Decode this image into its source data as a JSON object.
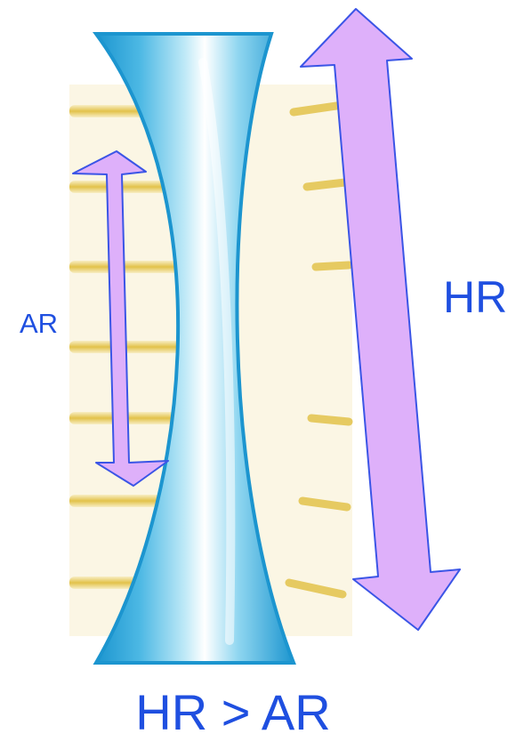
{
  "labels": {
    "ar": "AR",
    "hr": "HR",
    "comparison": "HR > AR"
  },
  "colors": {
    "label_text": "#1f4fe0",
    "arrow_fill": "#deb0fa",
    "arrow_stroke": "#3b55e6",
    "lens_edge": "#1c95cf",
    "lens_mid": "#7fd0ee",
    "lens_highlight": "#ffffff",
    "light_ray": "#e2c24a",
    "background_band": "#fbf6e4"
  },
  "icons": {
    "lens": "concave-lens-icon",
    "ar_arrow": "double-headed-arrow-icon",
    "hr_arrow": "double-headed-arrow-icon"
  }
}
